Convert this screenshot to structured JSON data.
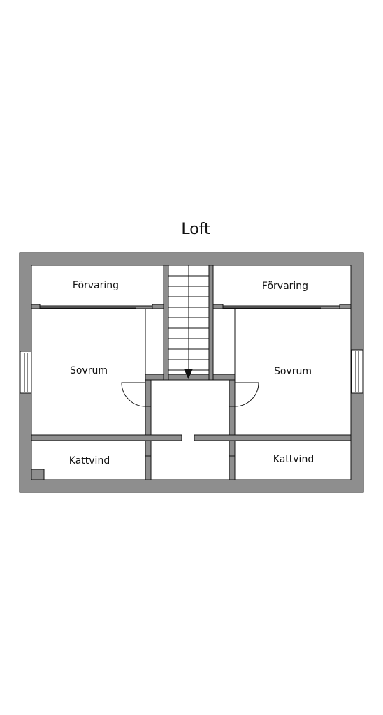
{
  "floor_plan": {
    "title": "Loft",
    "rooms": {
      "storage_left": "Förvaring",
      "storage_right": "Förvaring",
      "bedroom_left": "Sovrum",
      "bedroom_right": "Sovrum",
      "attic_left": "Kattvind",
      "attic_right": "Kattvind"
    },
    "colors": {
      "wall": "#8e8e8e",
      "outline": "#111111",
      "floor": "#ffffff"
    },
    "stairs_direction": "down"
  }
}
